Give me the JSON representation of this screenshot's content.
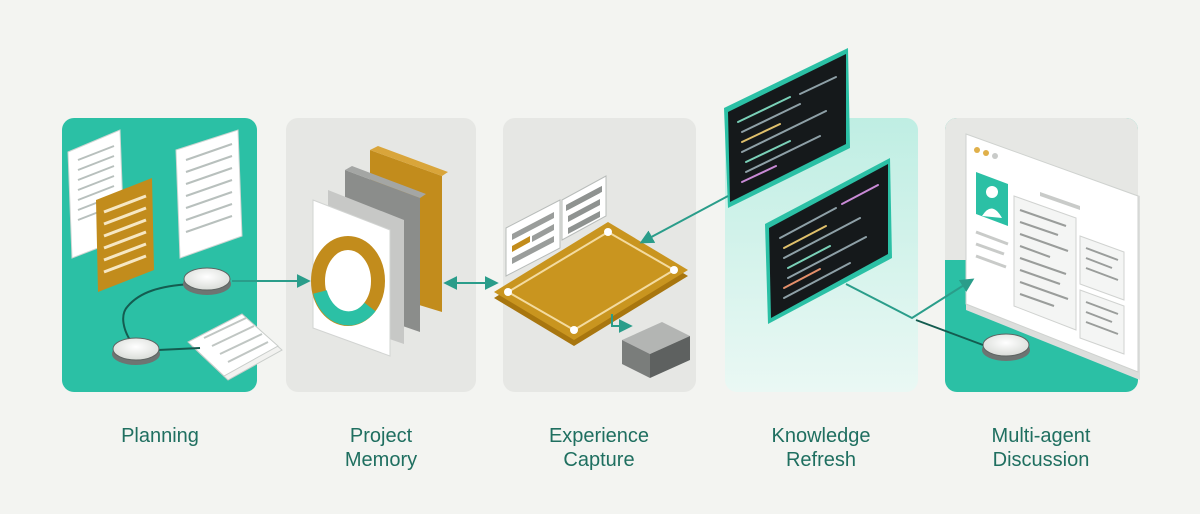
{
  "stages": [
    {
      "id": "planning",
      "lines": [
        "Planning"
      ]
    },
    {
      "id": "project-memory",
      "lines": [
        "Project",
        "Memory"
      ]
    },
    {
      "id": "experience-capture",
      "lines": [
        "Experience",
        "Capture"
      ]
    },
    {
      "id": "knowledge-refresh",
      "lines": [
        "Knowledge",
        "Refresh"
      ]
    },
    {
      "id": "multi-agent-discussion",
      "lines": [
        "Multi-agent",
        "Discussion"
      ]
    }
  ],
  "colors": {
    "teal": "#2bc0a5",
    "teal_dark": "#1f8f7d",
    "gold": "#c28c1c",
    "panel_gray": "#e9eae7",
    "terminal": "#1a1f22",
    "label": "#1f6f60"
  }
}
